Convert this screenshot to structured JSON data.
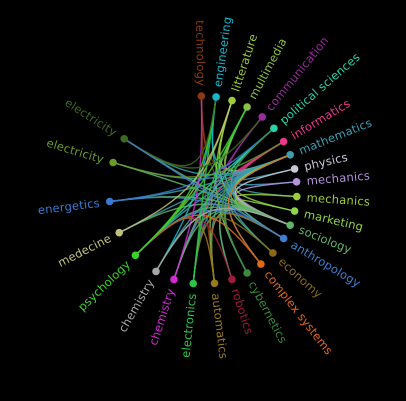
{
  "nodes": [
    {
      "label": "technology",
      "color": "#8b3a12"
    },
    {
      "label": "engineering",
      "color": "#19b6c9"
    },
    {
      "label": "litterature",
      "color": "#9ccc3a"
    },
    {
      "label": "multimedia",
      "color": "#8bbf46"
    },
    {
      "label": "communication",
      "color": "#9b2a9b"
    },
    {
      "label": "political  sciences",
      "color": "#2bd1a8"
    },
    {
      "label": "informatics",
      "color": "#e8398a"
    },
    {
      "label": "mathematics",
      "color": "#3aa0b2"
    },
    {
      "label": "physics",
      "color": "#c8c8d8"
    },
    {
      "label": "mechanics",
      "color": "#b693dd"
    },
    {
      "label": "mechanics",
      "color": "#9ccc3a"
    },
    {
      "label": "marketing",
      "color": "#8fd44a"
    },
    {
      "label": "sociology",
      "color": "#5fb56a"
    },
    {
      "label": "anthropology",
      "color": "#3f7fd1"
    },
    {
      "label": "economy",
      "color": "#8b6a1a"
    },
    {
      "label": "complex  systems",
      "color": "#e06a1a"
    },
    {
      "label": "cybernetics",
      "color": "#3b8a3b"
    },
    {
      "label": "robotics",
      "color": "#a01a3a"
    },
    {
      "label": "automatics",
      "color": "#9a7a1a"
    },
    {
      "label": "electronics",
      "color": "#2bc74a"
    },
    {
      "label": "chemistry",
      "color": "#d22ad2"
    },
    {
      "label": "chemistry",
      "color": "#a6a6a6"
    },
    {
      "label": "psychology",
      "color": "#39d12a"
    },
    {
      "label": "medecine",
      "color": "#c2c27a"
    },
    {
      "label": "energetics",
      "color": "#3a7ad1"
    },
    {
      "label": "electricity",
      "color": "#6a9a2a"
    },
    {
      "label": "electricity",
      "color": "#3e6a1e"
    }
  ],
  "links": [
    [
      0,
      7
    ],
    [
      0,
      12
    ],
    [
      0,
      18
    ],
    [
      1,
      7
    ],
    [
      1,
      12
    ],
    [
      1,
      21
    ],
    [
      2,
      7
    ],
    [
      2,
      13
    ],
    [
      2,
      22
    ],
    [
      2,
      16
    ],
    [
      3,
      7
    ],
    [
      3,
      12
    ],
    [
      3,
      18
    ],
    [
      4,
      7
    ],
    [
      4,
      19
    ],
    [
      5,
      7
    ],
    [
      5,
      12
    ],
    [
      5,
      22
    ],
    [
      5,
      20
    ],
    [
      6,
      7
    ],
    [
      6,
      12
    ],
    [
      6,
      20
    ],
    [
      7,
      8
    ],
    [
      7,
      9
    ],
    [
      7,
      10
    ],
    [
      7,
      12
    ],
    [
      7,
      13
    ],
    [
      7,
      14
    ],
    [
      7,
      15
    ],
    [
      7,
      16
    ],
    [
      7,
      17
    ],
    [
      7,
      18
    ],
    [
      7,
      19
    ],
    [
      7,
      20
    ],
    [
      7,
      21
    ],
    [
      7,
      22
    ],
    [
      7,
      23
    ],
    [
      7,
      24
    ],
    [
      7,
      25
    ],
    [
      7,
      26
    ],
    [
      8,
      12
    ],
    [
      9,
      12
    ],
    [
      10,
      12
    ],
    [
      11,
      7
    ],
    [
      11,
      12
    ],
    [
      12,
      13
    ],
    [
      12,
      14
    ],
    [
      12,
      16
    ],
    [
      12,
      17
    ],
    [
      12,
      18
    ],
    [
      12,
      19
    ],
    [
      12,
      20
    ],
    [
      12,
      21
    ],
    [
      12,
      22
    ],
    [
      12,
      23
    ],
    [
      12,
      24
    ],
    [
      12,
      25
    ],
    [
      12,
      26
    ],
    [
      13,
      22
    ],
    [
      13,
      24
    ],
    [
      14,
      19
    ],
    [
      15,
      22
    ],
    [
      15,
      7
    ],
    [
      17,
      22
    ],
    [
      18,
      22
    ],
    [
      19,
      1
    ],
    [
      20,
      0
    ],
    [
      22,
      1
    ],
    [
      22,
      3
    ],
    [
      23,
      2
    ],
    [
      24,
      5
    ],
    [
      25,
      6
    ],
    [
      26,
      1
    ],
    [
      26,
      4
    ],
    [
      16,
      5
    ],
    [
      19,
      3
    ],
    [
      18,
      13
    ],
    [
      21,
      12
    ],
    [
      13,
      26
    ]
  ]
}
